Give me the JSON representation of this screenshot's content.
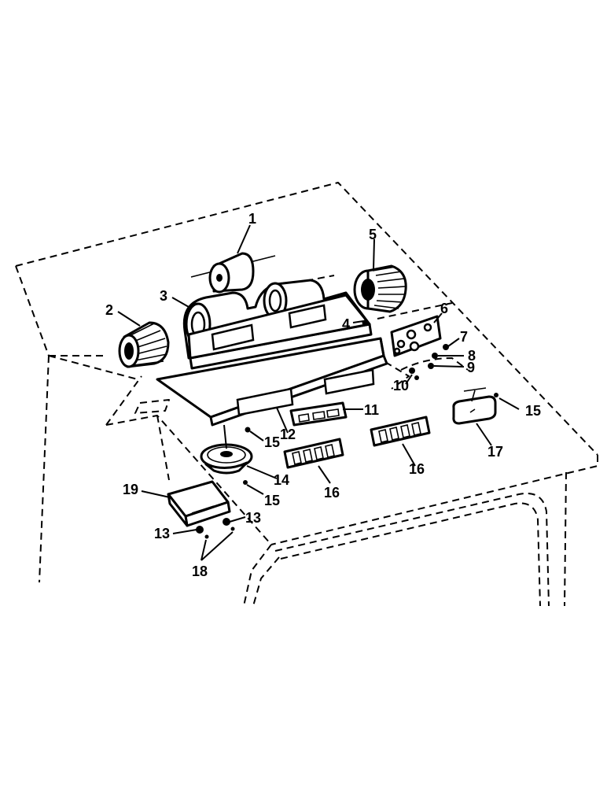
{
  "callouts": [
    {
      "label": "1"
    },
    {
      "label": "2"
    },
    {
      "label": "3"
    },
    {
      "label": "4"
    },
    {
      "label": "5"
    },
    {
      "label": "6"
    },
    {
      "label": "7"
    },
    {
      "label": "8"
    },
    {
      "label": "9"
    },
    {
      "label": "10"
    },
    {
      "label": "11"
    },
    {
      "label": "12"
    },
    {
      "label": "13"
    },
    {
      "label": "13"
    },
    {
      "label": "14"
    },
    {
      "label": "15"
    },
    {
      "label": "15"
    },
    {
      "label": "15"
    },
    {
      "label": "16"
    },
    {
      "label": "16"
    },
    {
      "label": "17"
    },
    {
      "label": "18"
    },
    {
      "label": "19"
    }
  ]
}
